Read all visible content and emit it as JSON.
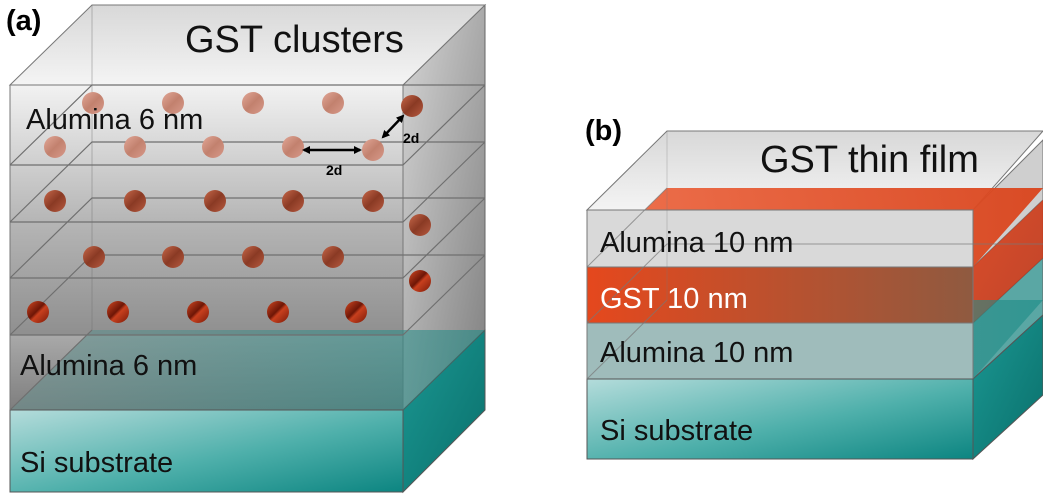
{
  "panel_a": {
    "label": "(a)",
    "title": "GST clusters",
    "top_layer": "Alumina 6 nm",
    "bottom_layer": "Alumina 6 nm",
    "substrate": "Si substrate",
    "spacing_horizontal": "2d",
    "spacing_diagonal": "2d"
  },
  "panel_b": {
    "label": "(b)",
    "title": "GST thin film",
    "layers": [
      "Alumina 10 nm",
      "GST 10 nm",
      "Alumina 10 nm",
      "Si substrate"
    ]
  },
  "colors": {
    "substrate_teal": "#0f8a86",
    "gst_orange": "#e0481e",
    "alumina_gray": "#9a9a9a",
    "cluster_red": "#a8301a"
  }
}
